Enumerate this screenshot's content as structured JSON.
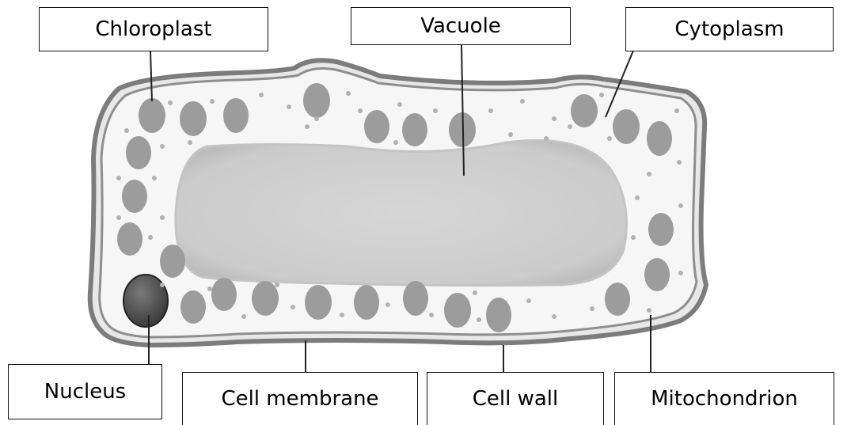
{
  "diagram": {
    "labels": {
      "chloroplast": "Chloroplast",
      "vacuole": "Vacuole",
      "cytoplasm": "Cytoplasm",
      "nucleus": "Nucleus",
      "cell_membrane": "Cell membrane",
      "cell_wall": "Cell wall",
      "mitochondrion": "Mitochondrion"
    },
    "colors": {
      "cell_wall": "#8a8a8a",
      "cytoplasm": "#f4f4f4",
      "vacuole": "#cfcfcf",
      "organelle": "#9a9a9a",
      "nucleus": "#555555",
      "speckle": "#b5b5b5",
      "leader_line": "#222222"
    }
  }
}
